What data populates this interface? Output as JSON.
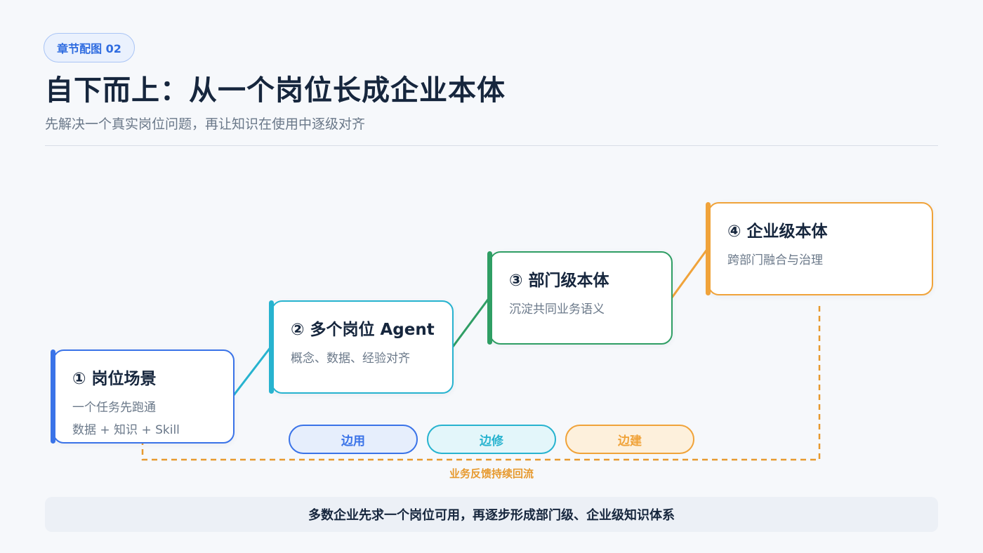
{
  "chapter_tag": "章节配图 02",
  "title": "自下而上：从一个岗位长成企业本体",
  "subtitle": "先解决一个真实岗位问题，再让知识在使用中逐级对齐",
  "stages": [
    {
      "title": "① 岗位场景",
      "lines": [
        "一个任务先跑通",
        "数据 + 知识 + Skill"
      ],
      "color": "#3a73e8"
    },
    {
      "title": "② 多个岗位 Agent",
      "lines": [
        "概念、数据、经验对齐"
      ],
      "color": "#27b3cf"
    },
    {
      "title": "③ 部门级本体",
      "lines": [
        "沉淀共同业务语义"
      ],
      "color": "#2f9e64"
    },
    {
      "title": "④ 企业级本体",
      "lines": [
        "跨部门融合与治理"
      ],
      "color": "#f0a33a"
    }
  ],
  "pills": [
    {
      "label": "边用",
      "color": "#3a73e8",
      "bg": "#e6eefc"
    },
    {
      "label": "边修",
      "color": "#27b3cf",
      "bg": "#e3f6fa"
    },
    {
      "label": "边建",
      "color": "#f0a33a",
      "bg": "#fdf0dc"
    }
  ],
  "feedback_label": "业务反馈持续回流",
  "feedback_color": "#e79a2f",
  "summary": "多数企业先求一个岗位可用，再逐步形成部门级、企业级知识体系"
}
